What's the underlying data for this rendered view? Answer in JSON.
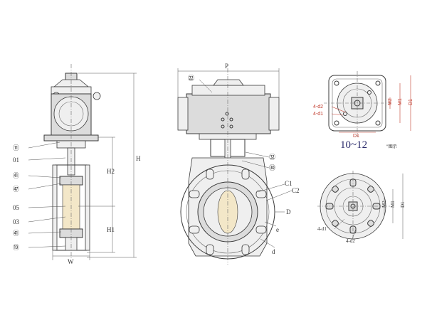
{
  "part_labels": [
    "⑪",
    "01",
    "㊶",
    "㊼",
    "05",
    "03",
    "㊶",
    "⑲"
  ],
  "dimension_labels": {
    "H": "H",
    "H1": "H1",
    "H2": "H2",
    "W": "W",
    "P": "P",
    "C1": "C1",
    "C2": "C2",
    "D": "D",
    "e": "e",
    "d": "d",
    "M2": "M2",
    "M1": "M1",
    "D1": "D1",
    "4_d2": "4-d2",
    "4_d1": "4-d1",
    "D1_red": "D1"
  },
  "callouts": {
    "c22": "㉒",
    "c32": "㉜",
    "c30": "㉚"
  },
  "size_range_label": "10~12",
  "size_range_suffix": "\"图示"
}
